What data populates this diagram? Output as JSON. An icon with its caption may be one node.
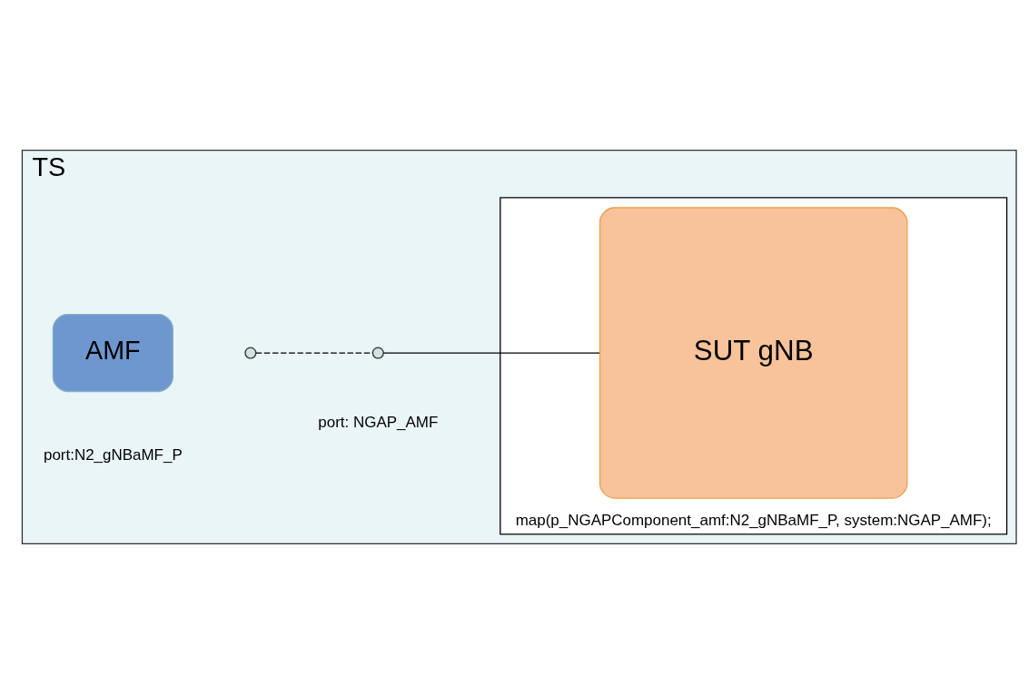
{
  "diagram": {
    "nodes": [
      {
        "text": [
          "TS"
        ]
      },
      {
        "text": [
          "map(p_NGAPComponent_amf:N2_gNBaMF_P, system:NGAP_AMF);"
        ],
        "in": 0
      },
      {
        "text": [
          "AMF"
        ],
        "in": 0,
        "beside": [
          "port:N2_gNBaMF_P"
        ]
      },
      {
        "text": [],
        "shape": "circle",
        "in": 0
      },
      {
        "text": [],
        "shape": "circle",
        "in": 0,
        "beside": [
          "port: NGAP_AMF"
        ]
      },
      {
        "text": [
          "SUT gNB"
        ],
        "in": 1
      }
    ],
    "edges": [
      {
        "from": 3,
        "to": 4,
        "arrow": "none",
        "style": "dashed"
      },
      {
        "from": 4,
        "to": 5,
        "arrow": "none"
      }
    ]
  }
}
